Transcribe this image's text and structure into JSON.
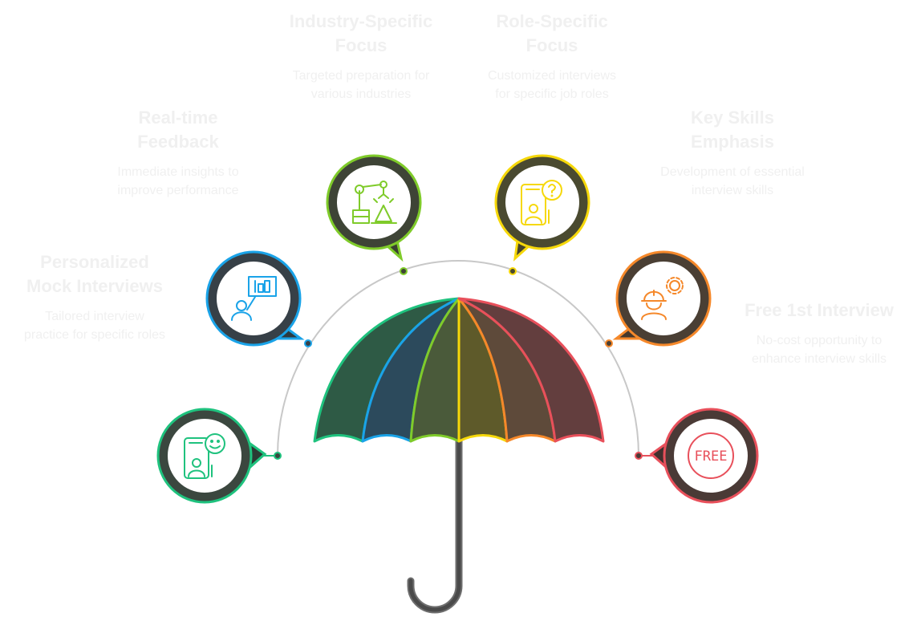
{
  "items": [
    {
      "key": "personalized",
      "title": "Personalized Mock Interviews",
      "desc": "Tailored interview practice for specific roles",
      "icon": "chat-person-smile-icon",
      "color": "#1fc27e"
    },
    {
      "key": "feedback",
      "title": "Real-time Feedback",
      "desc": "Immediate insights to improve performance",
      "icon": "person-presentation-icon",
      "color": "#1aa3e8"
    },
    {
      "key": "industry",
      "title": "Industry-Specific Focus",
      "desc": "Targeted preparation for various industries",
      "icon": "robot-arm-icon",
      "color": "#7fcb2a"
    },
    {
      "key": "role",
      "title": "Role-Specific Focus",
      "desc": "Customized interviews for specific job roles",
      "icon": "person-question-icon",
      "color": "#f6d80a"
    },
    {
      "key": "skills",
      "title": "Key Skills Emphasis",
      "desc": "Development of essential interview skills",
      "icon": "worker-gear-icon",
      "color": "#f5882a"
    },
    {
      "key": "free",
      "title": "Free 1st Interview",
      "desc": "No-cost opportunity to enhance interview skills",
      "icon": "free-badge-icon",
      "color": "#e8505b",
      "badge": "FREE"
    }
  ],
  "colors": {
    "canopy_panels": [
      "#2e5a45",
      "#2c4a5c",
      "#4a5a3a",
      "#5e5a2a",
      "#5e4a3a",
      "#633e3e"
    ],
    "handle": "#5a5a5a",
    "arc": "#c8c8c8",
    "bubble_fill": "#4a4a3e"
  }
}
